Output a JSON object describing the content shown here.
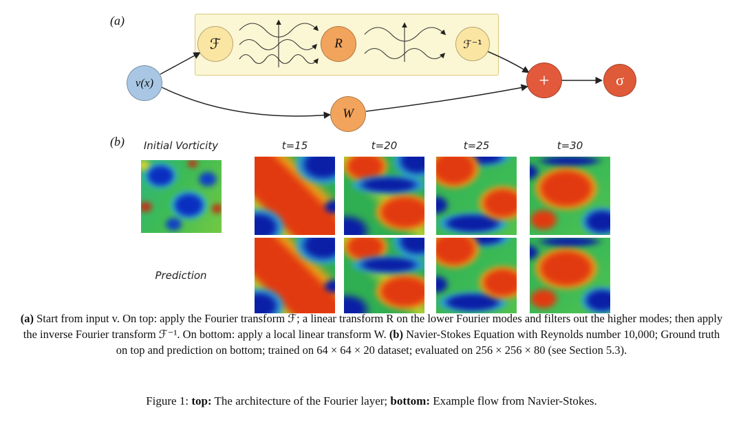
{
  "panel_a": {
    "label": "(a)",
    "nodes": {
      "input": "v(x)",
      "fourier": "ℱ",
      "r": "R",
      "inverse_fourier": "ℱ⁻¹",
      "w": "W",
      "plus": "+",
      "sigma": "σ"
    }
  },
  "panel_b": {
    "label": "(b)",
    "top_row_label": "Initial Vorticity",
    "bottom_row_label": "Prediction",
    "time_labels": [
      "t=15",
      "t=20",
      "t=25",
      "t=30"
    ]
  },
  "caption": {
    "a_bold": "(a)",
    "a_text": " Start from input v. On top: apply the Fourier transform ℱ; a linear transform R on the lower Fourier modes and filters out the higher modes; then apply the inverse Fourier transform ℱ⁻¹. On bottom: apply a local linear transform W. ",
    "b_bold": "(b)",
    "b_text": " Navier-Stokes Equation with Reynolds number 10,000; Ground truth on top and prediction on bottom; trained on 64 × 64 × 20 dataset; evaluated on 256 × 256 × 80 (see Section 5.3)."
  },
  "figure_caption": {
    "prefix": "Figure 1: ",
    "top_bold": "top:",
    "top_text": " The architecture of the Fourier layer; ",
    "bottom_bold": "bottom:",
    "bottom_text": " Example flow from Navier-Stokes."
  },
  "colors": {
    "input_node": "#a9c7e4",
    "fourier_node": "#fbe5a2",
    "r_node": "#f2a45c",
    "inverse_fourier_node": "#fbe5a2",
    "w_node": "#f2a45c",
    "plus_node": "#e2593b",
    "sigma_node": "#df5a38",
    "fourier_box": "#fbf6d3"
  }
}
